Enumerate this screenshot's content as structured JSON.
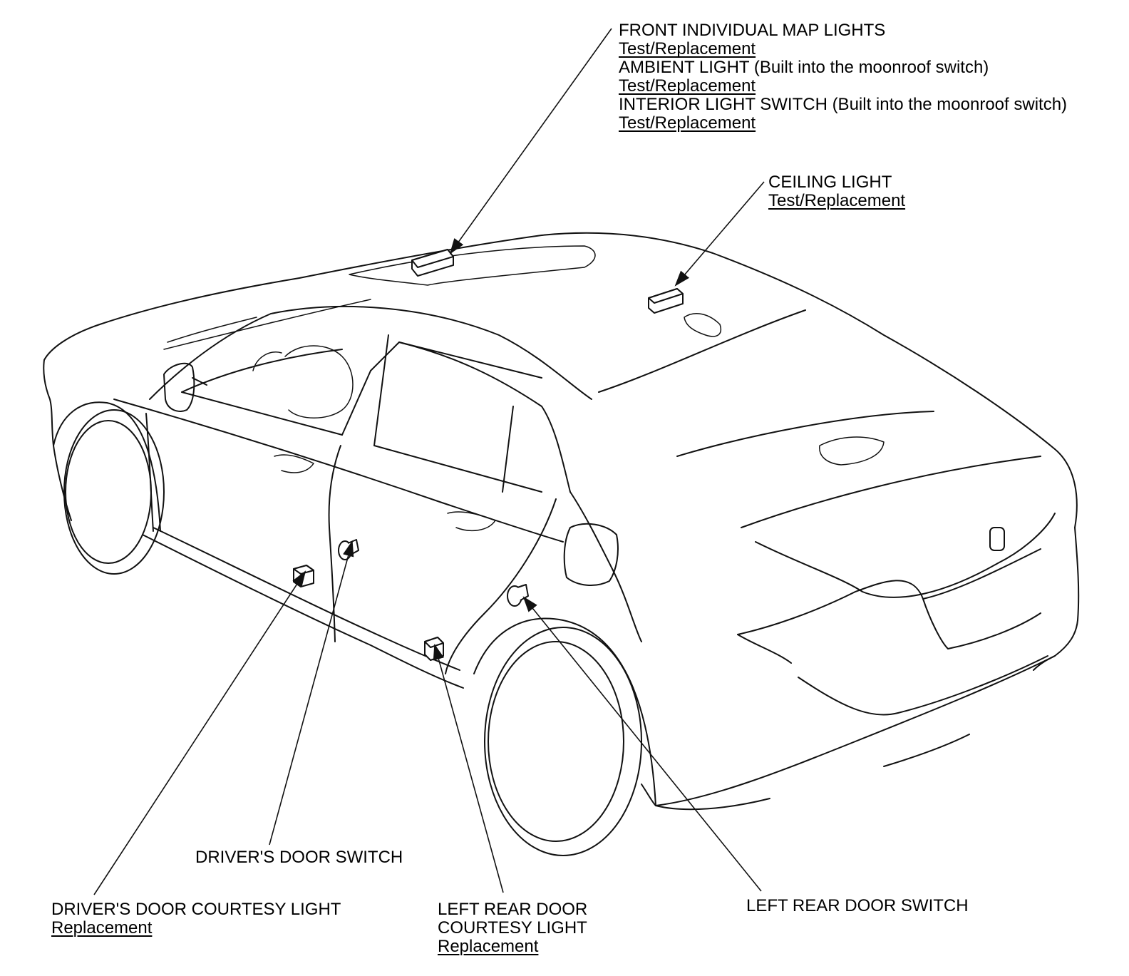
{
  "labels": {
    "front_map": {
      "line1": "FRONT INDIVIDUAL MAP LIGHTS",
      "link1": "Test/Replacement",
      "line2_main": "AMBIENT LIGHT",
      "line2_note": " (Built into the moonroof switch)",
      "link2": "Test/Replacement",
      "line3_main": "INTERIOR LIGHT",
      "line3_rest": " SWITCH (Built into the moonroof switch)",
      "link3": "Test/Replacement"
    },
    "ceiling": {
      "line1": "CEILING LIGHT",
      "link1": "Test/Replacement"
    },
    "drivers_door_switch": {
      "line1": "DRIVER'S DOOR SWITCH"
    },
    "drivers_courtesy": {
      "line1": "DRIVER'S DOOR COURTESY LIGHT",
      "link1": "Replacement"
    },
    "left_rear_courtesy": {
      "line1": "LEFT REAR DOOR",
      "line2": "COURTESY LIGHT",
      "link1": "Replacement"
    },
    "left_rear_switch": {
      "line1": "LEFT REAR DOOR SWITCH"
    }
  }
}
